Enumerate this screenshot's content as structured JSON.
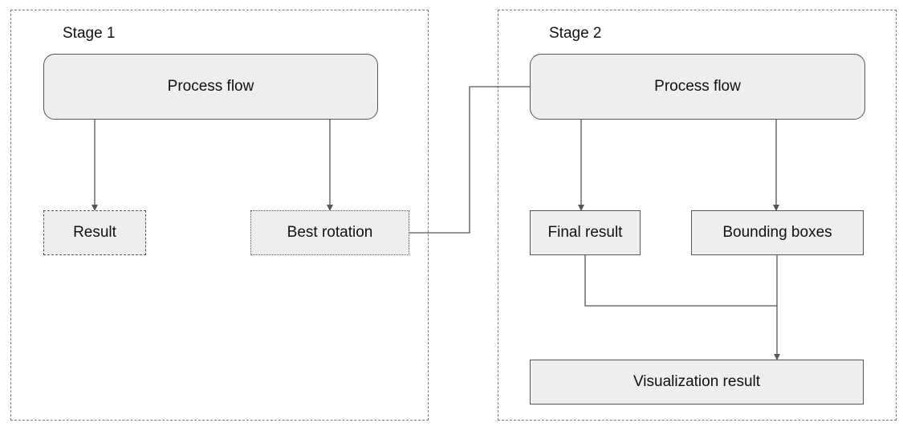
{
  "stages": {
    "stage1": {
      "title": "Stage 1"
    },
    "stage2": {
      "title": "Stage 2"
    }
  },
  "nodes": {
    "s1_process": "Process flow",
    "s1_result": "Result",
    "s1_best_rotation": "Best rotation",
    "s2_process": "Process flow",
    "s2_final_result": "Final result",
    "s2_bounding_boxes": "Bounding boxes",
    "s2_visualization": "Visualization result"
  },
  "edges": [
    {
      "from": "s1_process",
      "to": "s1_result",
      "arrow": true
    },
    {
      "from": "s1_process",
      "to": "s1_best_rotation",
      "arrow": true
    },
    {
      "from": "s1_best_rotation",
      "to": "s2_process",
      "arrow": false
    },
    {
      "from": "s2_process",
      "to": "s2_final_result",
      "arrow": true
    },
    {
      "from": "s2_process",
      "to": "s2_bounding_boxes",
      "arrow": true
    },
    {
      "from": "s2_final_result",
      "to": "s2_visualization",
      "arrow": false
    },
    {
      "from": "s2_bounding_boxes",
      "to": "s2_visualization",
      "arrow": true
    }
  ],
  "colors": {
    "node_fill": "#eeeeee",
    "node_border": "#555555",
    "stage_border": "#7a7a7a",
    "edge": "#555555"
  }
}
